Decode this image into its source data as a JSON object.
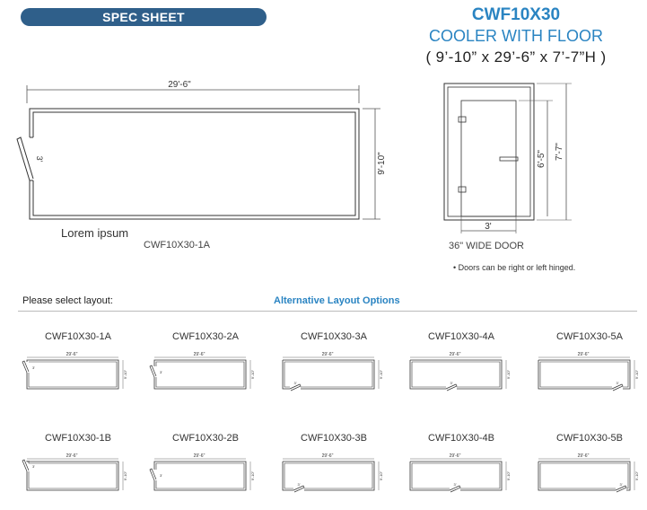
{
  "header": {
    "banner": "SPEC SHEET",
    "model_code": "CWF10X30",
    "model_type": "COOLER WITH FLOOR",
    "dimensions": "( 9’-10” x 29’-6” x 7’-7”H )"
  },
  "plan": {
    "length_label": "29'-6\"",
    "width_label": "9'-10\"",
    "door_label": "3'",
    "note": "Lorem ipsum",
    "caption": "CWF10X30-1A"
  },
  "elevation": {
    "door_width_label": "3'",
    "door_height_label": "6'-5\"",
    "total_height_label": "7'-7\"",
    "caption": "36\" WIDE DOOR",
    "bullet": "Doors can be right or left hinged."
  },
  "layout_section": {
    "select_label": "Please select layout:",
    "alternative_label": "Alternative Layout Options",
    "thumb_length": "29'-6\"",
    "thumb_width": "9'-10\"",
    "thumb_door": "3'",
    "row1": [
      "CWF10X30-1A",
      "CWF10X30-2A",
      "CWF10X30-3A",
      "CWF10X30-4A",
      "CWF10X30-5A"
    ],
    "row2": [
      "CWF10X30-1B",
      "CWF10X30-2B",
      "CWF10X30-3B",
      "CWF10X30-4B",
      "CWF10X30-5B"
    ]
  },
  "colors": {
    "banner": "#2f5f8a",
    "accent": "#2a84c2",
    "line": "#333333"
  }
}
